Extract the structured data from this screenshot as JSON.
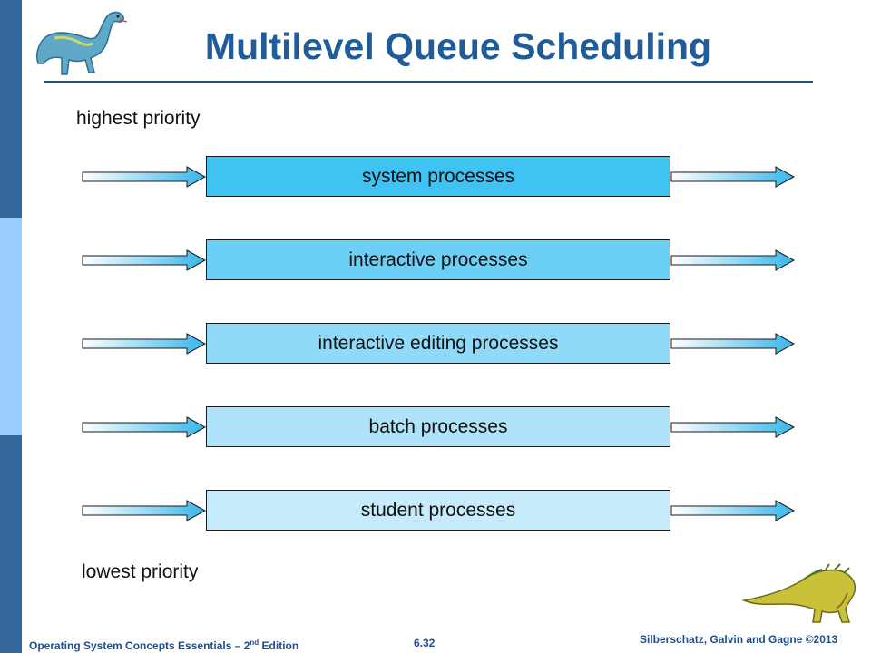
{
  "slide": {
    "title": "Multilevel Queue Scheduling",
    "highest_priority_label": "highest priority",
    "lowest_priority_label": "lowest priority"
  },
  "queues": [
    {
      "label": "system processes",
      "fill": "#3fc3f3"
    },
    {
      "label": "interactive processes",
      "fill": "#6cd0f6"
    },
    {
      "label": "interactive editing processes",
      "fill": "#8fdaf8"
    },
    {
      "label": "batch processes",
      "fill": "#aee3f9"
    },
    {
      "label": "student processes",
      "fill": "#c6ebfb"
    }
  ],
  "footer": {
    "course_prefix": "Operating System Concepts Essentials – 2",
    "course_sup": "nd",
    "course_suffix": " Edition",
    "page": "6.32",
    "copyright": "Silberschatz, Galvin and Gagne ©2013"
  },
  "colors": {
    "title": "#1f5c99",
    "rule": "#1f4e8c",
    "sidebar_dark": "#336699",
    "sidebar_light": "#99ccff",
    "arrow_fill": "#38b6e9"
  },
  "icons": {
    "top_left": "dinosaur-icon",
    "bottom_right": "dinosaur-icon"
  }
}
